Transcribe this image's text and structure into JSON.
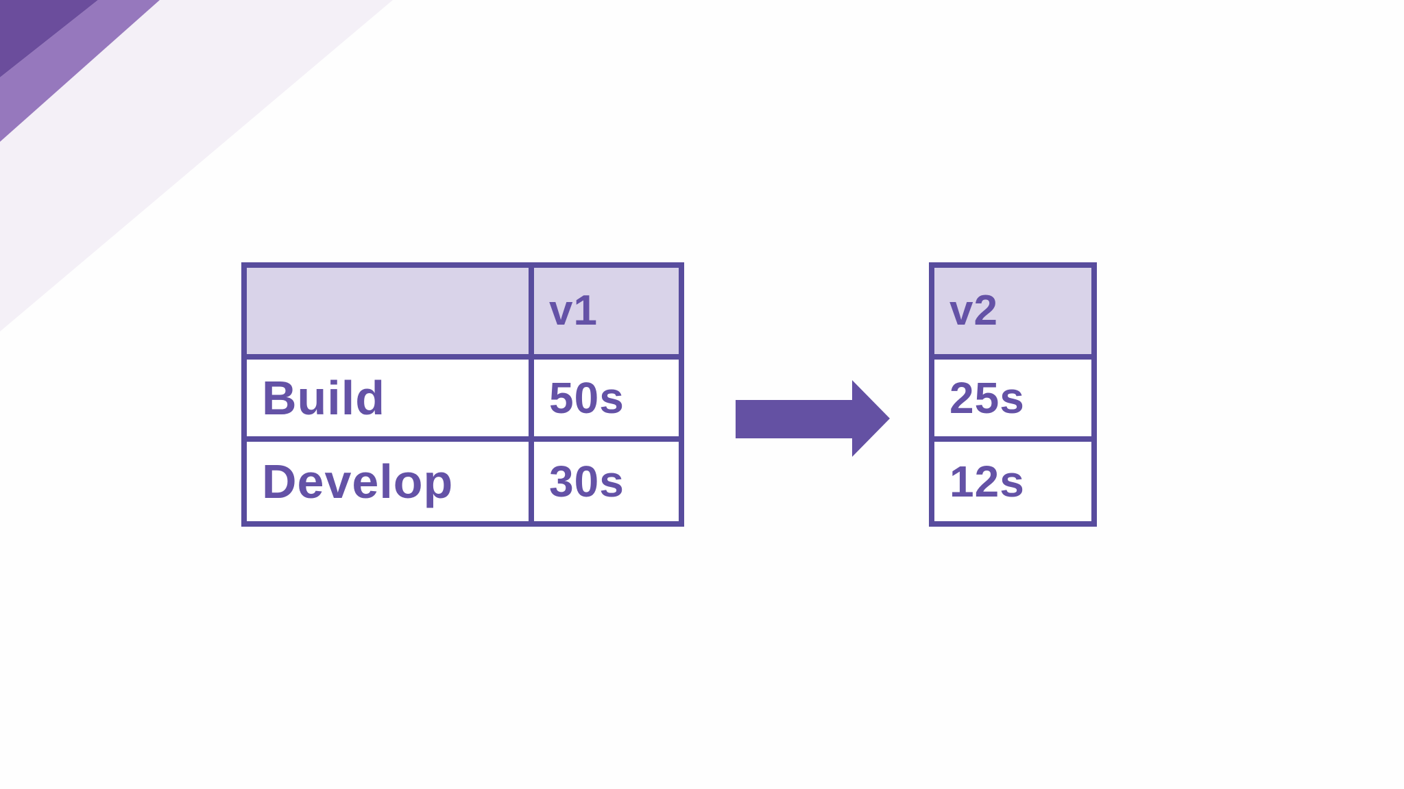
{
  "colors": {
    "canvas": "#FEFEFE",
    "border": "#584C9D",
    "header_fill": "#D9D3E9",
    "cell_fill": "#FFFFFF",
    "text": "#6452A6",
    "arrow": "#6451A3",
    "stripe_dark": "#6B4D9C",
    "stripe_medium": "#9678BD",
    "stripe_light": "#F4F0F7"
  },
  "left_table": {
    "header": {
      "col1": "",
      "col2": "v1"
    },
    "rows": [
      {
        "label": "Build",
        "value": "50s"
      },
      {
        "label": "Develop",
        "value": "30s"
      }
    ]
  },
  "right_table": {
    "header": "v2",
    "rows": [
      {
        "value": "25s"
      },
      {
        "value": "12s"
      }
    ]
  }
}
